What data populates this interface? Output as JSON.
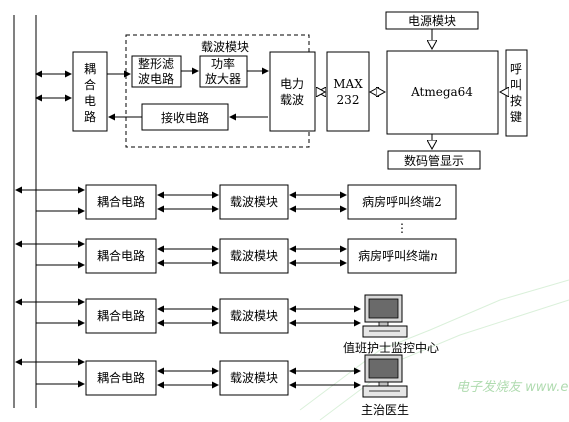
{
  "carrier_module": {
    "title": "载波模块",
    "shaping": [
      "整形滤",
      "波电路"
    ],
    "power_amp": [
      "功率",
      "放大器"
    ],
    "receive": "接收电路"
  },
  "top_coupling": [
    "耦",
    "合",
    "电",
    "路"
  ],
  "power_carrier": [
    "电力",
    "载波"
  ],
  "max232": [
    "MAX",
    "232"
  ],
  "mcu": "Atmega64",
  "power_module": "电源模块",
  "call_key": [
    "呼",
    "叫",
    "按",
    "键"
  ],
  "display": "数码管显示",
  "rows": [
    {
      "coupling": "耦合电路",
      "carrier": "载波模块",
      "terminal": "病房呼叫终端2"
    },
    {
      "coupling": "耦合电路",
      "carrier": "载波模块",
      "terminal": "病房呼叫终端",
      "terminal_suffix": "n"
    },
    {
      "coupling": "耦合电路",
      "carrier": "载波模块",
      "terminal": "值班护士监控中心"
    },
    {
      "coupling": "耦合电路",
      "carrier": "载波模块",
      "terminal": "主治医生"
    }
  ],
  "ellipsis": "⋮",
  "watermark": "电子发烧友  www.elecfans.com",
  "icons": [
    "computer-icon",
    "computer-icon"
  ]
}
